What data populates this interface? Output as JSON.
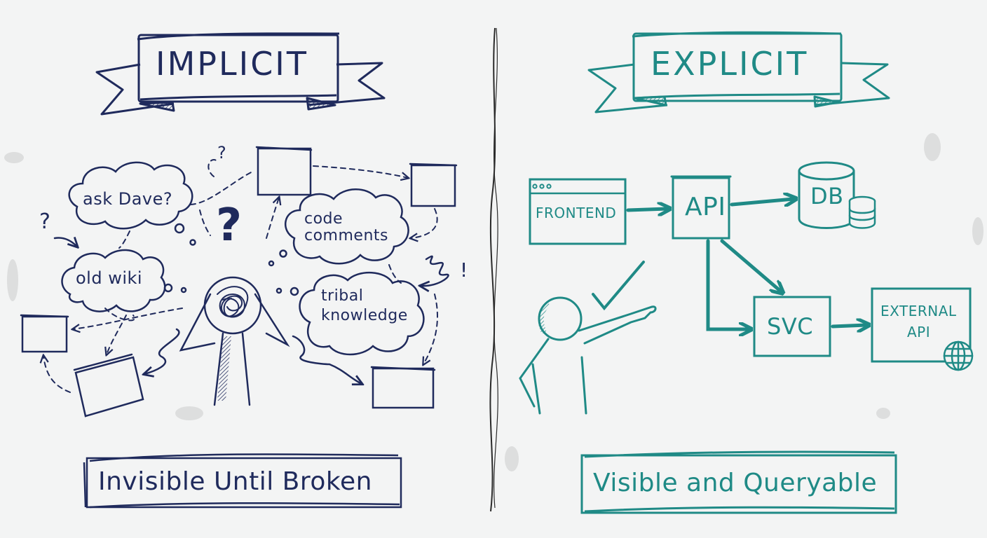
{
  "colors": {
    "implicit": "#1f2a5c",
    "explicit": "#1f8a86",
    "background": "#f3f4f4",
    "divider": "#2a2a2a"
  },
  "implicit": {
    "banner_title": "IMPLICIT",
    "clouds": [
      {
        "id": "ask-dave",
        "text": "ask Dave?"
      },
      {
        "id": "old-wiki",
        "text": "old wiki"
      },
      {
        "id": "code-comments",
        "line1": "code",
        "line2": "comments"
      },
      {
        "id": "tribal-knowledge",
        "line1": "tribal",
        "line2": "knowledge"
      }
    ],
    "marks": {
      "question_large": "?",
      "question_small": "?",
      "question_top": "?",
      "exclamation": "!"
    },
    "figure": "confused-person",
    "caption": "Invisible Until Broken"
  },
  "explicit": {
    "banner_title": "EXPLICIT",
    "nodes": [
      {
        "id": "frontend",
        "label": "FRONTEND"
      },
      {
        "id": "api",
        "label": "API"
      },
      {
        "id": "db",
        "label": "DB"
      },
      {
        "id": "svc",
        "label": "SVC"
      },
      {
        "id": "external-api",
        "line1": "EXTERNAL",
        "line2": "API"
      }
    ],
    "edges": [
      {
        "from": "frontend",
        "to": "api"
      },
      {
        "from": "api",
        "to": "db"
      },
      {
        "from": "api",
        "to": "svc"
      },
      {
        "from": "api",
        "to": "svc",
        "route": "elbow"
      },
      {
        "from": "svc",
        "to": "external-api"
      }
    ],
    "figure": "pointing-person",
    "check_icon": "checkmark",
    "caption": "Visible and Queryable"
  }
}
